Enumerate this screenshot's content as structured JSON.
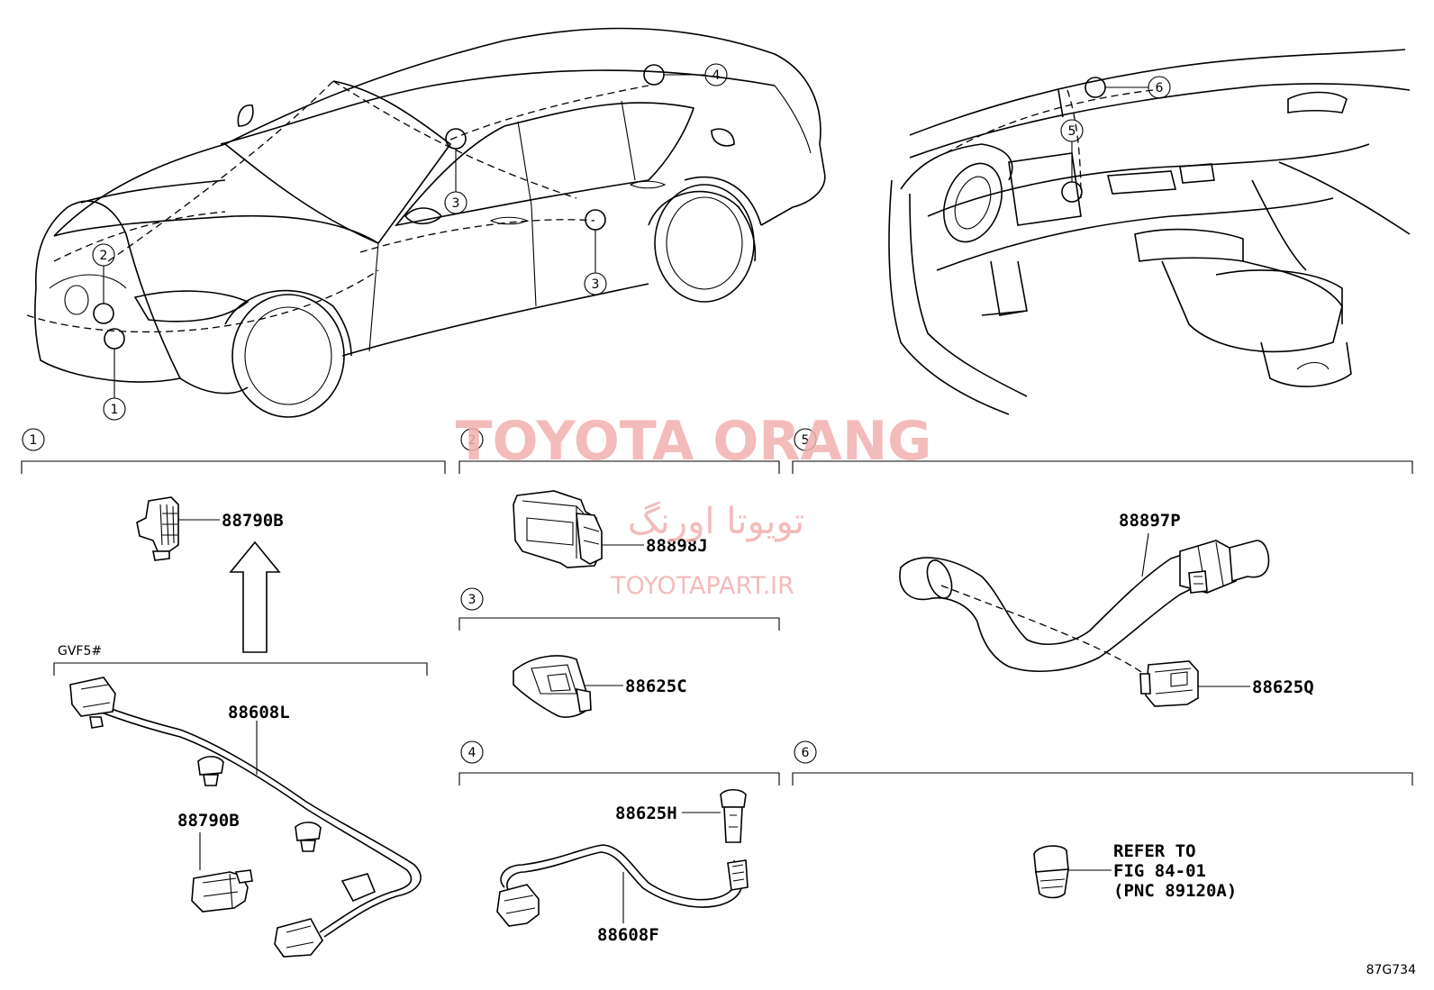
{
  "figure_id": "87G734",
  "watermark": {
    "brand": "TOYOTA ORANG",
    "persian": "تویوتا اورنگ",
    "site": "TOYOTAPART.IR"
  },
  "callouts": [
    "1",
    "2",
    "3",
    "4",
    "5",
    "6"
  ],
  "sections": {
    "s1": {
      "number": "1",
      "variant": "GVF5#"
    },
    "s2": {
      "number": "2"
    },
    "s3": {
      "number": "3"
    },
    "s4": {
      "number": "4"
    },
    "s5": {
      "number": "5"
    },
    "s6": {
      "number": "6"
    }
  },
  "parts": {
    "p88790B_top": "88790B",
    "p88608L": "88608L",
    "p88790B_bottom": "88790B",
    "p88898J": "88898J",
    "p88625C": "88625C",
    "p88625H": "88625H",
    "p88608F": "88608F",
    "p88897P": "88897P",
    "p88625Q": "88625Q"
  },
  "refer_note": [
    "REFER TO",
    "FIG 84-01",
    "(PNC 89120A)"
  ]
}
